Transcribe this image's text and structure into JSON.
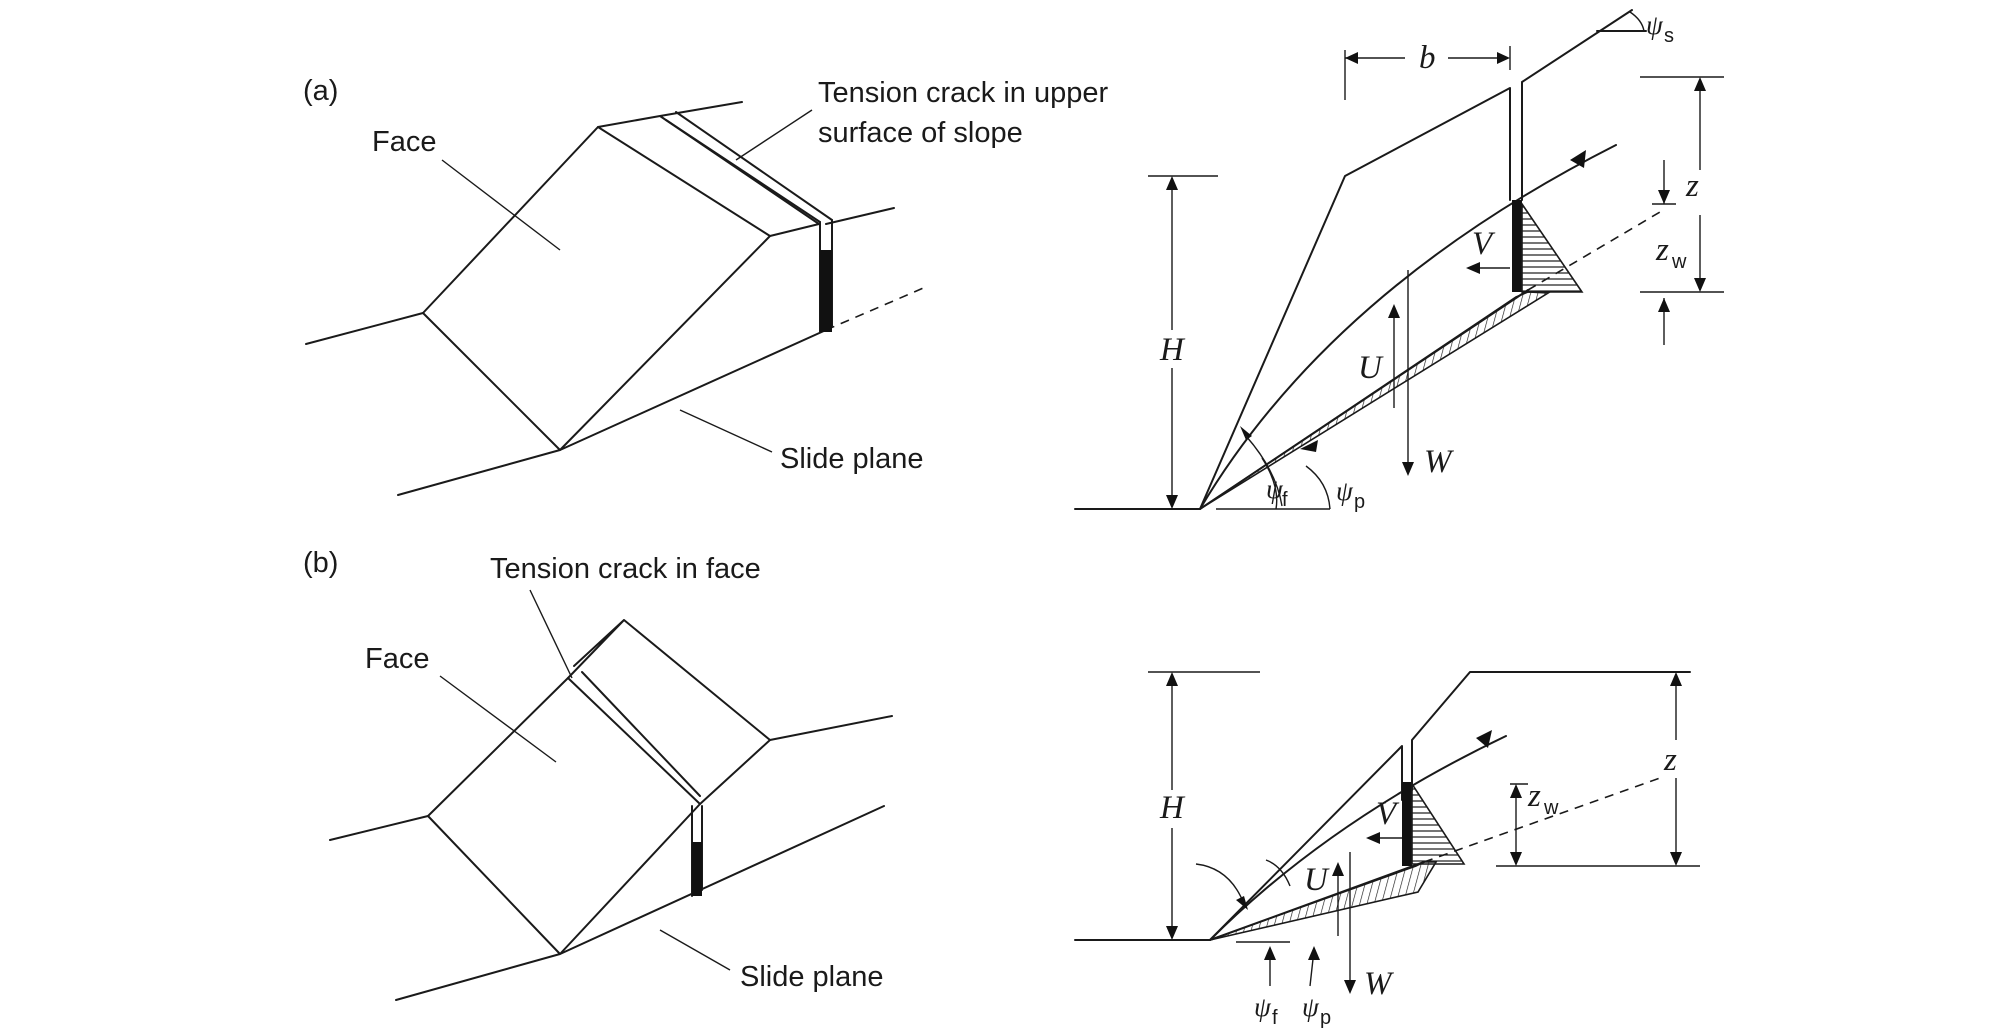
{
  "panel_a": {
    "tag": "(a)",
    "face_label": "Face",
    "crack_label_line1": "Tension crack in upper",
    "crack_label_line2": "surface of slope",
    "slide_label": "Slide plane",
    "sym_b": "b",
    "sym_psi": "ψ",
    "sym_s": "s",
    "sym_z": "z",
    "sym_zw": "z",
    "sym_w_sub": "w",
    "sym_H": "H",
    "sym_V": "V",
    "sym_U": "U",
    "sym_W": "W",
    "sym_psi_f": "ψ",
    "sub_f": "f",
    "sym_psi_p": "ψ",
    "sub_p": "p"
  },
  "panel_b": {
    "tag": "(b)",
    "face_label": "Face",
    "crack_label": "Tension crack in face",
    "slide_label": "Slide plane",
    "sym_H": "H",
    "sym_z": "z",
    "sym_zw": "z",
    "sym_w_sub": "w",
    "sym_V": "V",
    "sym_U": "U",
    "sym_W": "W",
    "sym_psi_f": "ψ",
    "sub_f": "f",
    "sym_psi_p": "ψ",
    "sub_p": "p"
  }
}
